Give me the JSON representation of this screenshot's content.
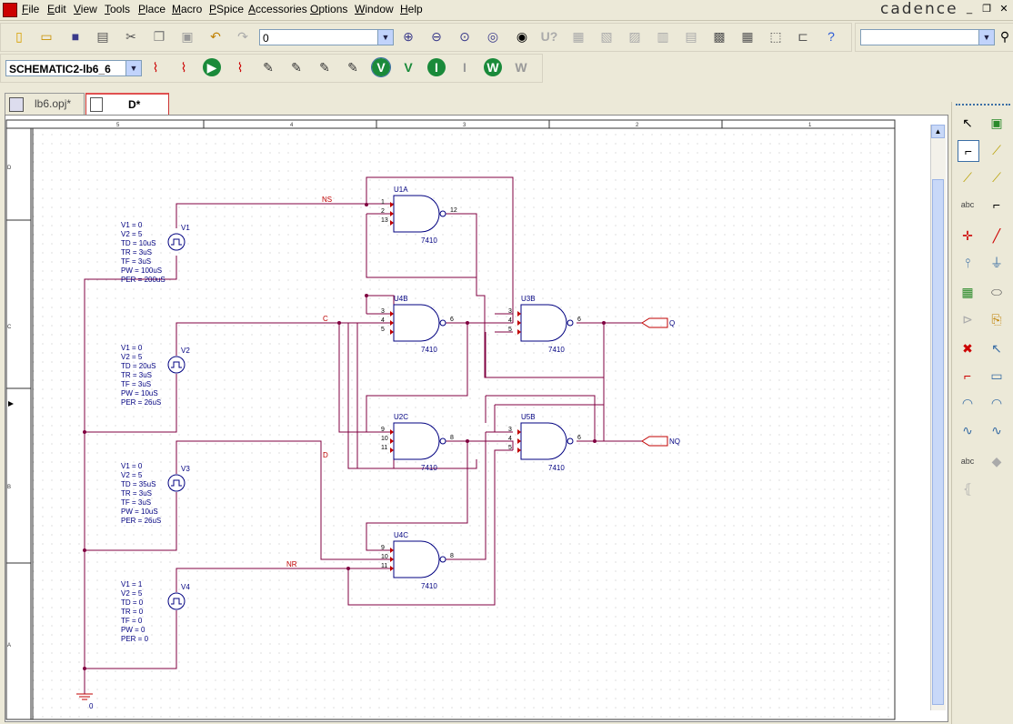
{
  "menu": {
    "items": [
      "File",
      "Edit",
      "View",
      "Tools",
      "Place",
      "Macro",
      "PSpice",
      "Accessories",
      "Options",
      "Window",
      "Help"
    ],
    "brand": "cadence"
  },
  "toolbar1": {
    "part_combo_value": "0",
    "search_combo_value": ""
  },
  "toolbar2": {
    "profile_combo_value": "SCHEMATIC2-lb6_6"
  },
  "tabs": [
    {
      "label": "lb6.opj*"
    },
    {
      "label": "D*"
    }
  ],
  "ruler": {
    "columns": [
      "5",
      "4",
      "3",
      "2",
      "1"
    ],
    "rows": [
      "D",
      "C",
      "B",
      "A"
    ]
  },
  "sources": [
    {
      "ref": "V1",
      "params": [
        "V1 = 0",
        "V2 = 5",
        "TD = 10uS",
        "TR = 3uS",
        "TF = 3uS",
        "PW = 100uS",
        "PER = 200uS"
      ]
    },
    {
      "ref": "V2",
      "params": [
        "V1 = 0",
        "V2 = 5",
        "TD = 20uS",
        "TR = 3uS",
        "TF = 3uS",
        "PW = 10uS",
        "PER = 26uS"
      ]
    },
    {
      "ref": "V3",
      "params": [
        "V1 = 0",
        "V2 = 5",
        "TD = 35uS",
        "TR = 3uS",
        "TF = 3uS",
        "PW = 10uS",
        "PER = 26uS"
      ]
    },
    {
      "ref": "V4",
      "params": [
        "V1 = 1",
        "V2 = 5",
        "TD = 0",
        "TR = 0",
        "TF = 0",
        "PW = 0",
        "PER = 0"
      ]
    }
  ],
  "gates": [
    {
      "ref": "U1A",
      "part": "7410",
      "pins": [
        "1",
        "2",
        "13"
      ],
      "out": "12"
    },
    {
      "ref": "U4B",
      "part": "7410",
      "pins": [
        "3",
        "4",
        "5"
      ],
      "out": "6"
    },
    {
      "ref": "U2C",
      "part": "7410",
      "pins": [
        "9",
        "10",
        "11"
      ],
      "out": "8"
    },
    {
      "ref": "U4C",
      "part": "7410",
      "pins": [
        "9",
        "10",
        "11"
      ],
      "out": "8"
    },
    {
      "ref": "U3B",
      "part": "7410",
      "pins": [
        "3",
        "4",
        "5"
      ],
      "out": "6"
    },
    {
      "ref": "U5B",
      "part": "7410",
      "pins": [
        "3",
        "4",
        "5"
      ],
      "out": "6"
    }
  ],
  "nets": {
    "ns": "NS",
    "c": "C",
    "d": "D",
    "nr": "NR"
  },
  "ports": {
    "q": "Q",
    "nq": "NQ"
  },
  "ground_label": "0",
  "colors": {
    "wire": "#800040",
    "gate": "#000080",
    "net_label": "#c00000",
    "pin": "#c00000"
  }
}
